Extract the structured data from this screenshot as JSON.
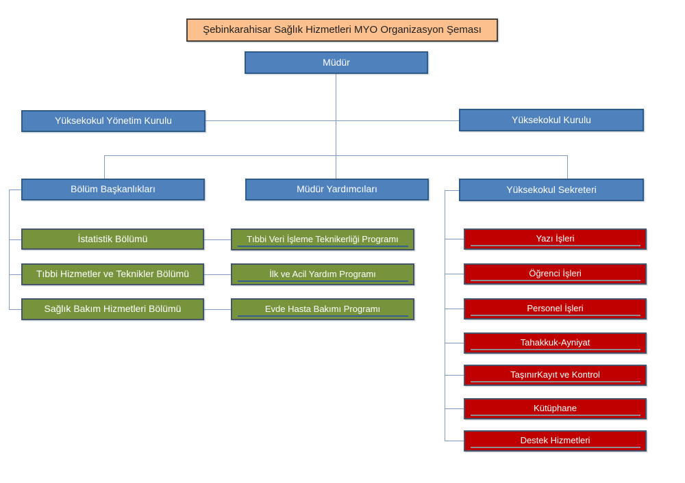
{
  "colors": {
    "title-fill": "#FBC08E",
    "title-border": "#454039",
    "title-text": "#1F1F1F",
    "blue-fill": "#4F81BD",
    "blue-border": "#2E5C8A",
    "green-fill": "#77933C",
    "green-border": "#44546A",
    "green-underline": "#365F91",
    "red-fill": "#C00000",
    "red-border": "#44546A",
    "red-underline": "#8D8D96",
    "connector": "#7E9BC8",
    "box-text": "#FFFFFF"
  },
  "chart": {
    "title": "Şebinkarahisar Sağlık Hizmetleri MYO Organizasyon Şeması",
    "root": {
      "label": "Müdür"
    },
    "boards": [
      {
        "label": "Yüksekokul Yönetim Kurulu"
      },
      {
        "label": "Yüksekokul Kurulu"
      }
    ],
    "units": [
      {
        "label": "Bölüm Başkanlıkları"
      },
      {
        "label": "Müdür Yardımcıları"
      },
      {
        "label": "Yüksekokul Sekreteri"
      }
    ],
    "departments": [
      {
        "label": "İstatistik Bölümü"
      },
      {
        "label": "Tıbbi Hizmetler ve Teknikler Bölümü"
      },
      {
        "label": "Sağlık Bakım Hizmetleri Bölümü"
      }
    ],
    "programs": [
      {
        "label": "Tıbbi Veri İşleme Teknikerliği Programı"
      },
      {
        "label": "İlk ve Acil Yardım Programı"
      },
      {
        "label": "Evde Hasta Bakımı Programı"
      }
    ],
    "offices": [
      {
        "label": "Yazı İşleri"
      },
      {
        "label": "Öğrenci İşleri"
      },
      {
        "label": "Personel İşleri"
      },
      {
        "label": "Tahakkuk-Ayniyat"
      },
      {
        "label": "TaşınırKayıt ve Kontrol"
      },
      {
        "label": "Kütüphane"
      },
      {
        "label": "Destek Hizmetleri"
      }
    ]
  }
}
